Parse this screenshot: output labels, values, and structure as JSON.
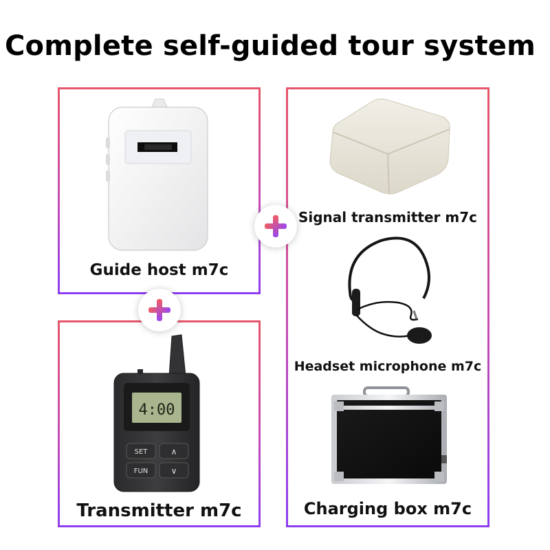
{
  "title": "Complete self-guided tour system",
  "colors": {
    "border_top": "#e5566a",
    "border_bottom": "#8c3df0",
    "plus_start": "#f05c62",
    "plus_end": "#9a47ee"
  },
  "products": {
    "guide_host": {
      "label": "Guide host m7c",
      "icon": "receiver-device-icon"
    },
    "transmitter": {
      "label": "Transmitter m7c",
      "icon": "transmitter-device-icon",
      "display": "4:00",
      "buttons": {
        "set": "SET",
        "up": "∧",
        "fun": "FUN",
        "down": "∨"
      }
    },
    "signal_transmitter": {
      "label": "Signal transmitter m7c",
      "icon": "signal-box-icon"
    },
    "headset_microphone": {
      "label": "Headset microphone m7c",
      "icon": "headset-microphone-icon"
    },
    "charging_box": {
      "label": "Charging box m7c",
      "icon": "charging-case-icon"
    }
  }
}
